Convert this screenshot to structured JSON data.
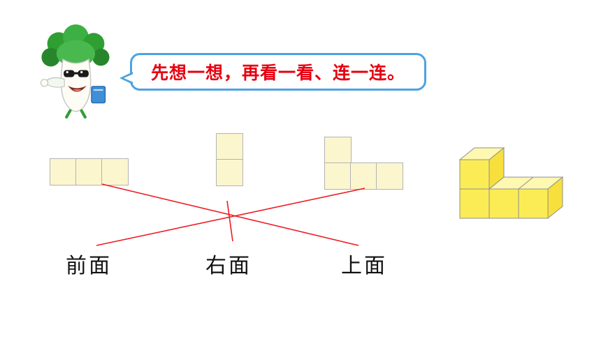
{
  "speech_bubble": {
    "text": "先想一想，再看一看、连一连。"
  },
  "labels": [
    {
      "id": "front",
      "text": "前面"
    },
    {
      "id": "right",
      "text": "右面"
    },
    {
      "id": "top",
      "text": "上面"
    }
  ],
  "views": {
    "row_of_three": {
      "cells": [
        [
          1,
          1,
          1
        ]
      ]
    },
    "column_of_two": {
      "cells": [
        [
          1
        ],
        [
          1
        ]
      ]
    },
    "l_shape": {
      "cells": [
        [
          1,
          0,
          0
        ],
        [
          1,
          1,
          1
        ]
      ]
    }
  },
  "connections": [
    {
      "from": "row_of_three",
      "to": "top"
    },
    {
      "from": "column_of_two",
      "to": "right"
    },
    {
      "from": "l_shape",
      "to": "front"
    }
  ],
  "solid": {
    "description": "L-shaped solid of 4 cubes: row of 3 cubes with 1 cube stacked on the left cube"
  },
  "colors": {
    "connector_line": "#ec1c24",
    "bubble_border": "#4da3e0",
    "bubble_text": "#e60012",
    "flat_square_fill": "#fbf6ce",
    "flat_square_border": "#b3b3b3",
    "cube_front": "#fbec55",
    "cube_top": "#fef8b0",
    "cube_side": "#f7df3e"
  }
}
